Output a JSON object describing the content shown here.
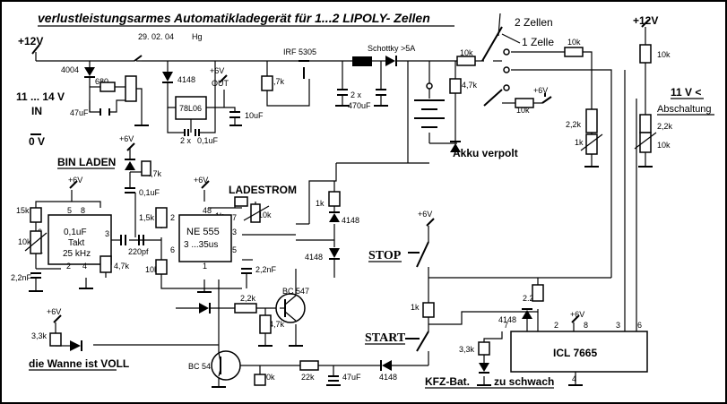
{
  "title": "verlustleistungsarmes  Automatikladegerät für 1...2 LIPOLY- Zellen",
  "date": "29. 02. 04",
  "author": "Hg",
  "labels": {
    "v12_left": "+12V",
    "v12_right": "+12V",
    "input_range": "11 ... 14 V",
    "input": "IN",
    "ground": "0 V",
    "v6": "+6V",
    "v6_out": "+6V",
    "out": "OUT",
    "two_cells": "2 Zellen",
    "one_cell": "1 Zelle",
    "battery_reversed": "Akku verpolt",
    "cutoff_voltage": "11 V <",
    "cutoff": "Abschaltung",
    "bin_laden": "BIN LADEN",
    "charge_current": "LADESTROM",
    "tub_full": "die Wanne ist  VOLL",
    "stop": "STOP",
    "start": "START",
    "car_battery": "KFZ-Bat.",
    "too_weak": "zu schwach"
  },
  "components": {
    "d_4004": "4004",
    "r_680": "680",
    "c_47uf": "47uF",
    "d_4148_a": "4148",
    "u_78l06": "78L06",
    "c_10uf": "10uF",
    "c_2x": "2 x",
    "c_01uf_reg": "0,1uF",
    "q_irf5305": "IRF 5305",
    "r_4k7_gate": "4,7k",
    "d_schottky": "Schottky >5A",
    "c_470uf": "470uF",
    "r_10k_a": "10k",
    "r_10k_b": "10k",
    "r_4k7_sense": "4,7k",
    "r_10k_c": "10k",
    "r_2k2_a": "2,2k",
    "p_1k": "1k",
    "r_10k_d": "10k",
    "r_2k2_b": "2,2k",
    "p_10k_r": "10k",
    "r_4k7_led": "4,7k",
    "c_01uf_b": "0,1uF",
    "r_15k": "15k",
    "p_10k_l": "10k",
    "c_2n2_a": "2,2nF",
    "r_4k7_timer": "4,7k",
    "c_220pf": "220pf",
    "timer_cap": "0,1uF",
    "timer_name": "Takt",
    "timer_freq": "25 kHz",
    "r_1k_555": "1k",
    "p_10k_555": "10k",
    "r_1k5": "1,5k",
    "r_10k_555": "10k",
    "c_2n2_b": "2,2nF",
    "ne555": "NE 555",
    "ne555_time": "3 ...35us",
    "r_1k_mid": "1k",
    "d_4148_b": "4148",
    "d_4148_c": "4148",
    "r_2k2_base": "2,2k",
    "q_bc547_a": "BC 547",
    "r_4k7_base": "4,7k",
    "q_bc547_b": "BC 547",
    "r_100k": "100k",
    "r_22k": "22k",
    "c_47uf_b": "47uF",
    "d_4148_d": "4148",
    "r_3k3_a": "3,3k",
    "r_1k_stop": "1k",
    "r_2k2_c": "2.2k",
    "d_4148_e": "4148",
    "r_3k3_b": "3,3k",
    "icl7665": "ICL 7665"
  },
  "pins": {
    "p1": "1",
    "p2": "2",
    "p3": "3",
    "p4": "4",
    "p5": "5",
    "p6": "6",
    "p7": "7",
    "p8": "8"
  }
}
